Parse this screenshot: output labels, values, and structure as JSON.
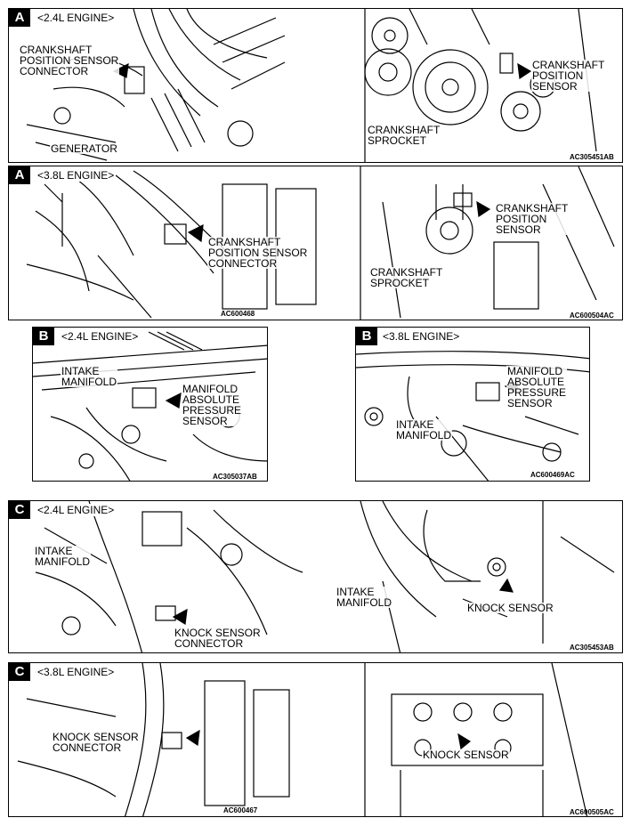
{
  "panelA1": {
    "letter": "A",
    "engine": "<2.4L ENGINE>",
    "left_label": "CRANKSHAFT\nPOSITION SENSOR\nCONNECTOR",
    "generator": "GENERATOR",
    "right_label": "CRANKSHAFT\nPOSITION\nSENSOR",
    "sprocket": "CRANKSHAFT\nSPROCKET",
    "code": "AC305451AB"
  },
  "panelA2": {
    "letter": "A",
    "engine": "<3.8L ENGINE>",
    "left_label": "CRANKSHAFT\nPOSITION SENSOR\nCONNECTOR",
    "left_code": "AC600468",
    "right_label": "CRANKSHAFT\nPOSITION\nSENSOR",
    "sprocket": "CRANKSHAFT\nSPROCKET",
    "right_code": "AC600504AC"
  },
  "panelB1": {
    "letter": "B",
    "engine": "<2.4L ENGINE>",
    "intake": "INTAKE\nMANIFOLD",
    "map": "MANIFOLD\nABSOLUTE\nPRESSURE\nSENSOR",
    "code": "AC305037AB"
  },
  "panelB2": {
    "letter": "B",
    "engine": "<3.8L ENGINE>",
    "map": "MANIFOLD\nABSOLUTE\nPRESSURE\nSENSOR",
    "intake": "INTAKE\nMANIFOLD",
    "code": "AC600469AC"
  },
  "panelC1": {
    "letter": "C",
    "engine": "<2.4L ENGINE>",
    "intake_left": "INTAKE\nMANIFOLD",
    "connector": "KNOCK SENSOR\nCONNECTOR",
    "intake_right": "INTAKE\nMANIFOLD",
    "sensor": "KNOCK SENSOR",
    "code": "AC305453AB"
  },
  "panelC2": {
    "letter": "C",
    "engine": "<3.8L ENGINE>",
    "connector": "KNOCK SENSOR\nCONNECTOR",
    "left_code": "AC600467",
    "sensor": "KNOCK SENSOR",
    "right_code": "AC600505AC"
  }
}
